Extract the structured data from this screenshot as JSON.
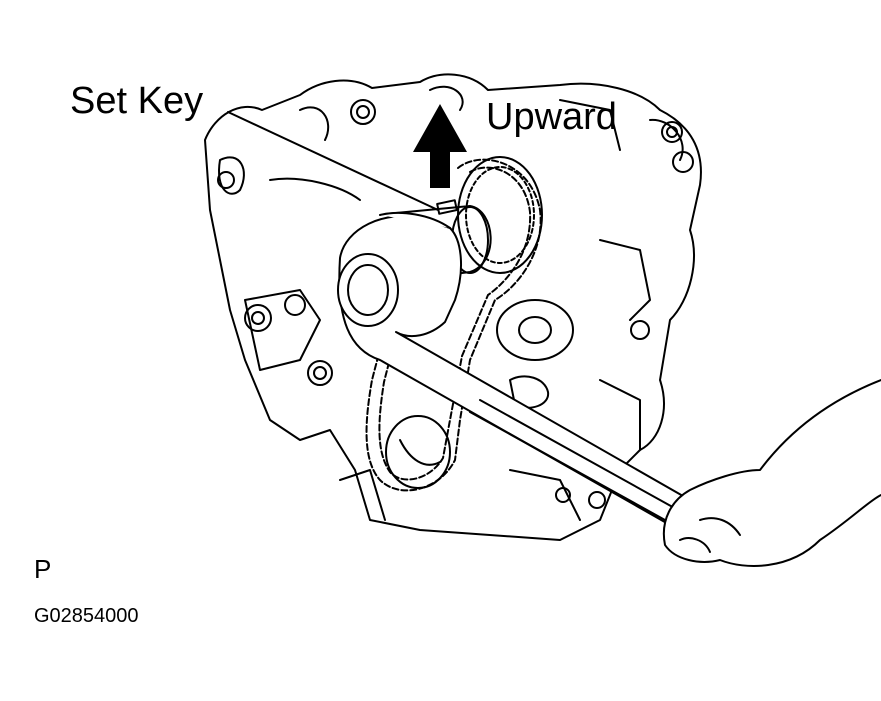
{
  "labels": {
    "set_key": "Set Key",
    "upward": "Upward",
    "view_marker": "P",
    "figure_code": "G02854000"
  }
}
